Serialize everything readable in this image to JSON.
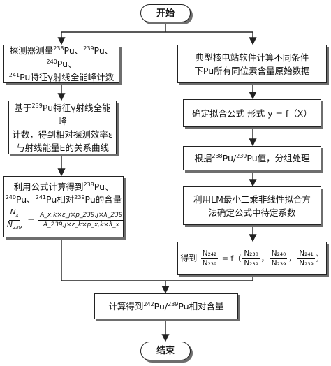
{
  "start": "开始",
  "end": "结束",
  "left": {
    "step1": {
      "prefix": "探测器测量",
      "iso1_mass": "238",
      "iso1_el": "Pu、",
      "iso2_mass": "239",
      "iso2_el": "Pu、",
      "iso3_mass": "240",
      "iso3_el": "Pu、",
      "iso4_mass": "241",
      "iso4_el": "Pu",
      "suffix": "特征γ射线全能峰计数"
    },
    "step2": {
      "prefix": "基于",
      "mass": "239",
      "text_a": "Pu特征γ射线全能峰",
      "text_b": "计数，得到相对探测效率ε",
      "text_c": "与射线能量E的关系曲线"
    },
    "step3": {
      "prefix": "利用公式计算得到",
      "m1": "238",
      "e1": "Pu、",
      "m2": "240",
      "e2": "Pu、",
      "m3": "241",
      "e3": "Pu相对",
      "m4": "239",
      "e4": "Pu的含量",
      "formula_lhs_num": "N",
      "formula_lhs_num_sub": "x",
      "formula_lhs_den": "N",
      "formula_lhs_den_sub": "239",
      "formula_eq": "=",
      "formula_rhs_num": "A_x,k×ε_j×p_239,j×λ_239",
      "formula_rhs_den": "A_239,j×ε_k×p_x,k×λ_x"
    }
  },
  "right": {
    "step1": {
      "line1": "典型核电站软件计算不同条件",
      "line2": "下Pu所有同位素含量原始数据"
    },
    "step2": {
      "text": "确定拟合公式 形式 y = f（X）"
    },
    "step3": {
      "prefix": "根据",
      "m1": "238",
      "e1": "Pu/",
      "m2": "239",
      "e2": "Pu值，分组处理"
    },
    "step4": {
      "line1": "利用LM最小二乘非线性拟合方",
      "line2": "法确定公式中待定系数"
    },
    "step5": {
      "prefix": "得到",
      "f_lhs_num": "N₂₄₂",
      "f_lhs_den": "N₂₃₉",
      "f_eq": "= f（",
      "f1_num": "N₂₃₈",
      "f1_den": "N₂₃₉",
      "sep1": "，",
      "f2_num": "N₂₄₀",
      "f2_den": "N₂₃₉",
      "sep2": "，",
      "f3_num": "N₂₄₁",
      "f3_den": "N₂₃₉",
      "close": "）"
    }
  },
  "merge": {
    "prefix": "计算得到",
    "m1": "242",
    "e1": "Pu/",
    "m2": "239",
    "e2": "Pu相对含量"
  }
}
